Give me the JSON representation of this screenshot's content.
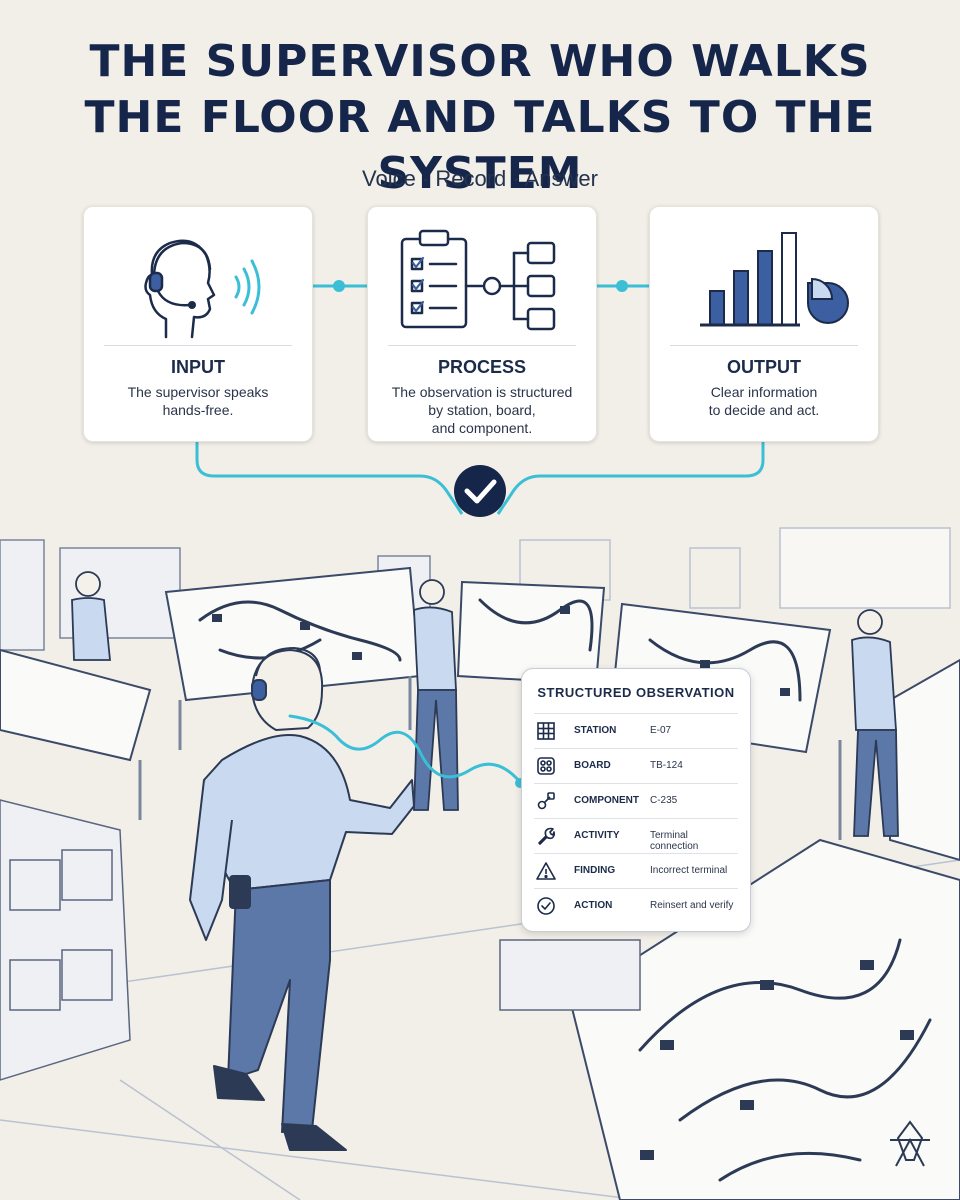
{
  "title": {
    "line1": "THE SUPERVISOR WHO WALKS",
    "line2": "THE FLOOR AND TALKS TO THE SYSTEM"
  },
  "subtitle": "Voice · Record · Answer",
  "steps": [
    {
      "label": "INPUT",
      "desc_lines": [
        "The supervisor speaks",
        "hands-free."
      ],
      "icon": "headset-head-icon"
    },
    {
      "label": "PROCESS",
      "desc_lines": [
        "The observation is structured",
        "by station, board,",
        "and component."
      ],
      "icon": "clipboard-checklist-icon"
    },
    {
      "label": "OUTPUT",
      "desc_lines": [
        "Clear information",
        "to decide and act."
      ],
      "icon": "bar-chart-icon"
    }
  ],
  "observation": {
    "heading": "STRUCTURED OBSERVATION",
    "rows": [
      {
        "field": "STATION",
        "value": "E-07",
        "icon": "grid-icon"
      },
      {
        "field": "BOARD",
        "value": "TB-124",
        "icon": "board-icon"
      },
      {
        "field": "COMPONENT",
        "value": "C-235",
        "icon": "connector-icon"
      },
      {
        "field": "ACTIVITY",
        "value": "Terminal connection",
        "icon": "wrench-icon"
      },
      {
        "field": "FINDING",
        "value": "Incorrect terminal",
        "icon": "warning-icon"
      },
      {
        "field": "ACTION",
        "value": "Reinsert and verify",
        "icon": "check-circle-icon"
      }
    ]
  },
  "colors": {
    "navy": "#15264a",
    "accent": "#3bbfd6",
    "shirt": "#c9daf0",
    "paper": "#f2efe8"
  }
}
